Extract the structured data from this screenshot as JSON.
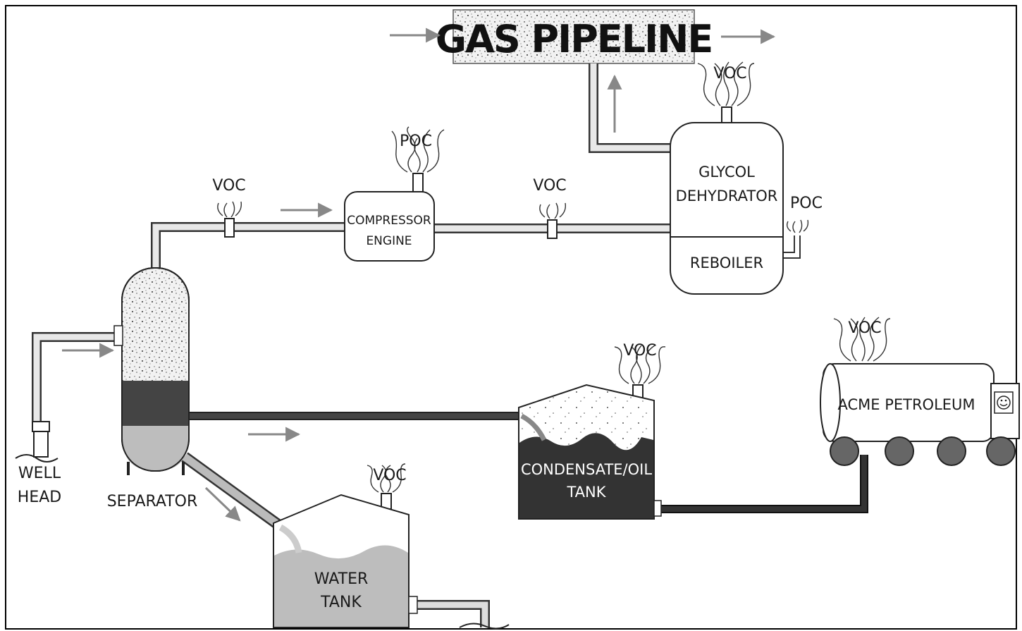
{
  "pipeline": {
    "title": "GAS PIPELINE"
  },
  "equipment": {
    "well_head": [
      "WELL",
      "HEAD"
    ],
    "separator": "SEPARATOR",
    "compressor": [
      "COMPRESSOR",
      "ENGINE"
    ],
    "dehydrator": [
      "GLYCOL",
      "DEHYDRATOR"
    ],
    "reboiler": "REBOILER",
    "condensate_tank": [
      "CONDENSATE/OIL",
      "TANK"
    ],
    "water_tank": [
      "WATER",
      "TANK"
    ],
    "truck": "ACME PETROLEUM"
  },
  "emissions": {
    "voc": "VOC",
    "poc": "POC"
  },
  "icons": {
    "truck_logo": "smiley-face-icon"
  }
}
